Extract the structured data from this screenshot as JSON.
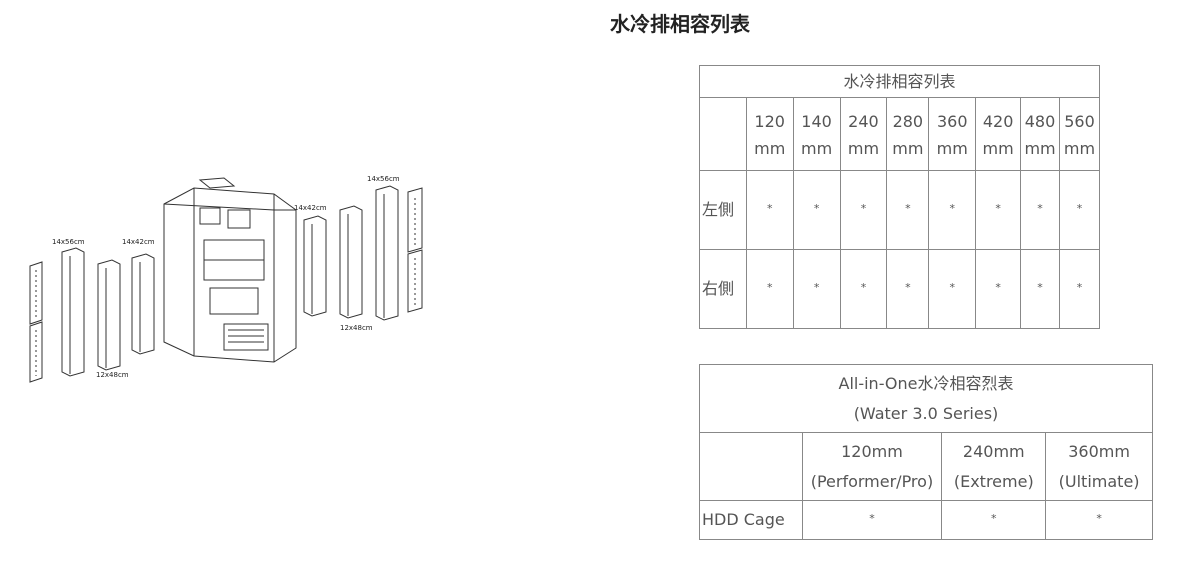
{
  "title": "水冷排相容列表",
  "diagram": {
    "labels": {
      "l_top": "14x56cm",
      "l_mid": "14x42cm",
      "l_bottom": "12x48cm",
      "r_mid": "14x42cm",
      "r_top": "14x56cm",
      "r_bottom": "12x48cm"
    }
  },
  "table1": {
    "title": "水冷排相容列表",
    "sizes": [
      {
        "num": "120",
        "unit": "mm"
      },
      {
        "num": "140",
        "unit": "mm"
      },
      {
        "num": "240",
        "unit": "mm"
      },
      {
        "num": "280",
        "unit": "mm"
      },
      {
        "num": "360",
        "unit": "mm"
      },
      {
        "num": "420",
        "unit": "mm"
      },
      {
        "num": "480",
        "unit": "mm"
      },
      {
        "num": "560",
        "unit": "mm"
      }
    ],
    "rows": [
      {
        "label": "左側",
        "marks": [
          "*",
          "*",
          "*",
          "*",
          "*",
          "*",
          "*",
          "*"
        ]
      },
      {
        "label": "右側",
        "marks": [
          "*",
          "*",
          "*",
          "*",
          "*",
          "*",
          "*",
          "*"
        ]
      }
    ]
  },
  "table2": {
    "title_line1": "All-in-One水冷相容烈表",
    "title_line2": "(Water 3.0 Series)",
    "columns": [
      {
        "size": "120mm",
        "series": "(Performer/Pro)"
      },
      {
        "size": "240mm",
        "series": "(Extreme)"
      },
      {
        "size": "360mm",
        "series": "(Ultimate)"
      }
    ],
    "row": {
      "label": "HDD Cage",
      "marks": [
        "*",
        "*",
        "*"
      ]
    }
  }
}
